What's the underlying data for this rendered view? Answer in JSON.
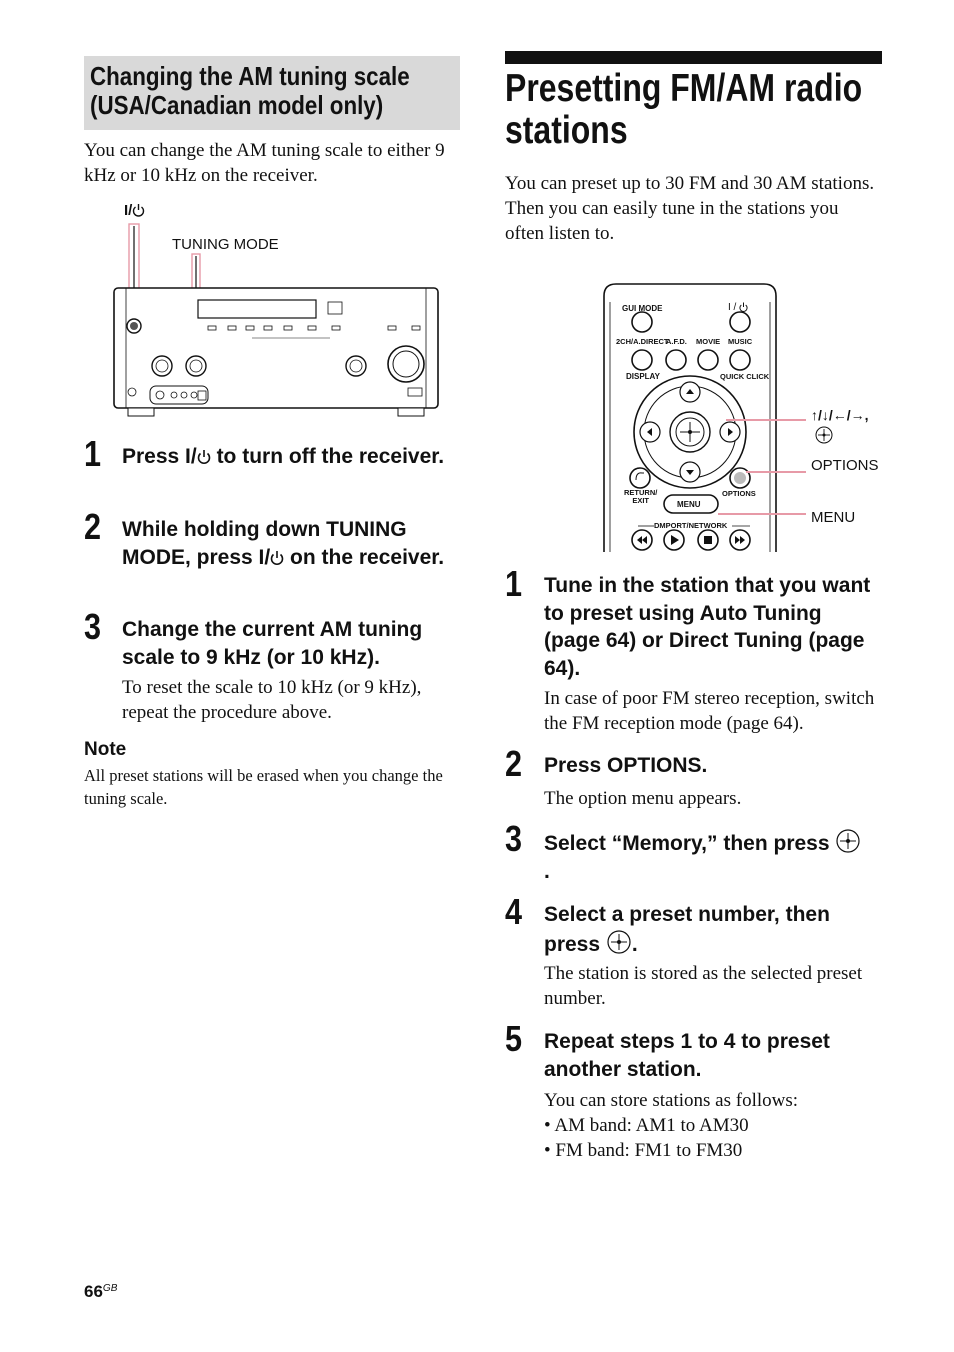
{
  "left": {
    "section_title": "Changing the AM tuning scale\n(USA/Canadian model only)",
    "intro": "You can change the AM tuning scale to either 9 kHz or 10 kHz on the receiver.",
    "figure": {
      "power_label": "I/",
      "tuning_mode_label": "TUNING MODE"
    },
    "steps": [
      {
        "num": "1",
        "title_a": "Press I/",
        "title_b": " to turn off the receiver."
      },
      {
        "num": "2",
        "title_a": "While holding down TUNING MODE, press I/",
        "title_b": " on the receiver."
      },
      {
        "num": "3",
        "title": "Change the current AM tuning scale to 9 kHz (or 10 kHz).",
        "desc": "To reset the scale to 10 kHz (or 9 kHz), repeat the procedure above."
      }
    ],
    "note_title": "Note",
    "note_text": "All preset stations will be erased when you change the tuning scale."
  },
  "right": {
    "title": "Presetting FM/AM radio\nstations",
    "intro": "You can preset up to 30 FM and 30 AM stations. Then you can easily tune in the stations you often listen to.",
    "remote": {
      "gui_mode": "GUI MODE",
      "power": "I / ",
      "direct": "2CH/A.DIRECT",
      "afd": "A.F.D.",
      "movie": "MOVIE",
      "music": "MUSIC",
      "display": "DISPLAY",
      "quick_click": "QUICK CLICK",
      "return_exit": "RETURN/\nEXIT",
      "options_small": "OPTIONS",
      "menu_small": "MENU",
      "dmport": "DMPORT/NETWORK",
      "arrows_label": "↑/↓/←/→,",
      "options_label": "OPTIONS",
      "menu_label": "MENU"
    },
    "steps": [
      {
        "num": "1",
        "title": "Tune in the station that you want to preset using Auto Tuning (page 64) or Direct Tuning (page 64).",
        "desc": "In case of poor FM stereo reception, switch the FM reception mode (page 64)."
      },
      {
        "num": "2",
        "title": "Press OPTIONS.",
        "desc": "The option menu appears."
      },
      {
        "num": "3",
        "title": "Select “Memory,” then press",
        "title_end": "."
      },
      {
        "num": "4",
        "title": "Select a preset number, then press",
        "title_end": ".",
        "desc": "The station is stored as the selected preset number."
      },
      {
        "num": "5",
        "title": "Repeat steps 1 to 4 to preset another station.",
        "desc": "You can store stations as follows:",
        "bullets": [
          "• AM band: AM1 to AM30",
          "• FM band: FM1 to FM30"
        ]
      }
    ]
  },
  "footer": {
    "page_number": "66",
    "page_suffix": "GB"
  }
}
